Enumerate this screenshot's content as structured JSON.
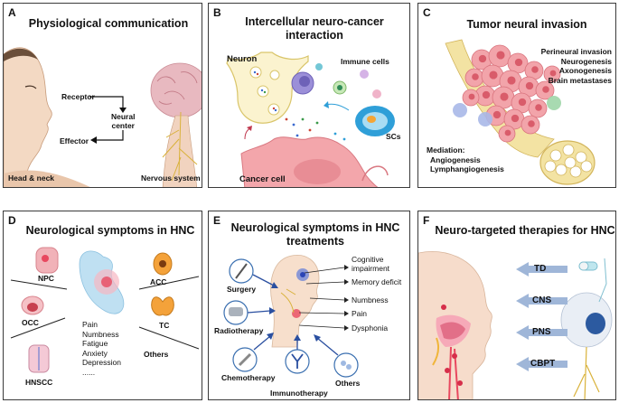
{
  "panels": {
    "a": {
      "letter": "A",
      "title": "Physiological communication",
      "receptor": "Receptor",
      "neural_center": "Neural\ncenter",
      "effector": "Effector",
      "head_neck": "Head & neck",
      "nervous_system": "Nervous system"
    },
    "b": {
      "letter": "B",
      "title": "Intercellular neuro-cancer\ninteraction",
      "neuron": "Neuron",
      "immune_cells": "Immune cells",
      "scs": "SCs",
      "cancer_cell": "Cancer cell"
    },
    "c": {
      "letter": "C",
      "title": "Tumor neural invasion",
      "invasion_items": [
        "Perineural invasion",
        "Neurogenesis",
        "Axonogenesis",
        "Brain metastases"
      ],
      "mediation_title": "Mediation:",
      "mediation_items": [
        "Angiogenesis",
        "Lymphangiogenesis"
      ]
    },
    "d": {
      "letter": "D",
      "title": "Neurological symptoms in HNC",
      "npc": "NPC",
      "occ": "OCC",
      "hnscc": "HNSCC",
      "acc": "ACC",
      "tc": "TC",
      "others": "Others",
      "symptoms": [
        "Pain",
        "Numbness",
        "Fatigue",
        "Anxiety",
        "Depression",
        "......"
      ]
    },
    "e": {
      "letter": "E",
      "title": "Neurological symptoms in HNC\ntreatments",
      "surgery": "Surgery",
      "radiotherapy": "Radiotherapy",
      "chemotherapy": "Chemotherapy",
      "immunotherapy": "Immunotherapy",
      "others": "Others",
      "symptoms": {
        "cognitive": "Cognitive\nimpairment",
        "memory": "Memory deficit",
        "numbness": "Numbness",
        "pain": "Pain",
        "dysphonia": "Dysphonia"
      }
    },
    "f": {
      "letter": "F",
      "title": "Neuro-targeted therapies for HNC",
      "therapies": [
        "TD",
        "CNS",
        "PNS",
        "CBPT"
      ]
    }
  }
}
